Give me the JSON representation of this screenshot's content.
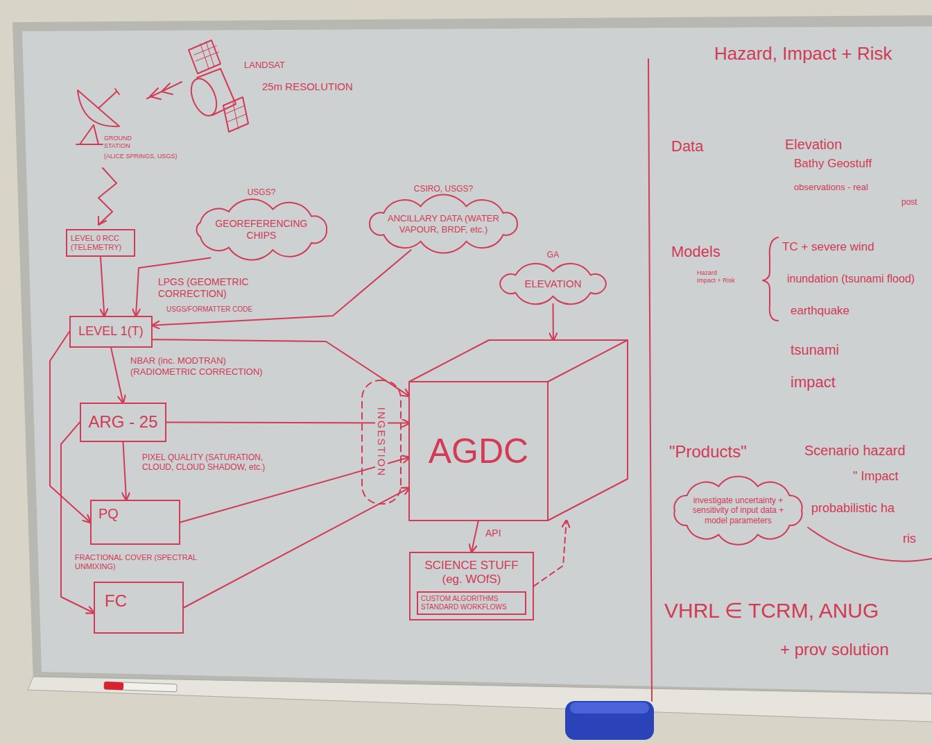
{
  "diagram": {
    "nodes": [
      {
        "text": [
          "LEVEL 0 RCC (TELEMETRY)"
        ]
      },
      {
        "text": [
          "USGS?",
          "GEOREFERENCING CHIPS"
        ]
      },
      {
        "text": [
          "CSIRO, USGS?",
          "ANCILLARY DATA (WATER VAPOUR, BRDF, etc.)"
        ]
      },
      {
        "text": [
          "GA",
          "ELEVATION"
        ]
      },
      {
        "text": [
          "LEVEL 1(T)"
        ]
      },
      {
        "text": [
          "AGDC"
        ]
      },
      {
        "text": [
          "ARG - 25"
        ]
      },
      {
        "text": [
          "PQ"
        ]
      },
      {
        "text": [
          "FC"
        ]
      },
      {
        "text": [
          "SCIENCE STUFF (eg. WOfS)"
        ]
      },
      {
        "text": [
          "CUSTOM ALGORITHMS STANDARD WORKFLOWS"
        ],
        "in": 9
      },
      {
        "text": [
          "investigate uncertainty + sensitivity of input data + model parameters"
        ]
      }
    ],
    "edges": [
      {
        "from": 0,
        "to": 4,
        "arrow": "to"
      },
      {
        "from": 1,
        "to": 4,
        "arrow": "to"
      },
      {
        "from": 2,
        "to": 4,
        "arrow": "to"
      },
      {
        "from": 3,
        "to": 5,
        "arrow": "to"
      },
      {
        "from": 4,
        "to": 6,
        "label": "NBAR (inc. MODTRAN) (RADIOMETRIC CORRECTION)",
        "arrow": "to"
      },
      {
        "from": 4,
        "to": 5,
        "arrow": "to"
      },
      {
        "from": 4,
        "to": 7,
        "arrow": "to"
      },
      {
        "from": 6,
        "to": 5,
        "arrow": "to"
      },
      {
        "from": 6,
        "to": 7,
        "label": "PIXEL QUALITY (SATURATION, CLOUD, CLOUD SHADOW, etc.)",
        "arrow": "to"
      },
      {
        "from": 6,
        "to": 8,
        "arrow": "to"
      },
      {
        "from": 7,
        "to": 5,
        "arrow": "to"
      },
      {
        "from": 8,
        "to": 5,
        "arrow": "to"
      },
      {
        "from": 5,
        "to": 9,
        "label": "API",
        "arrow": "to"
      },
      {
        "from": 9,
        "to": 5,
        "arrow": "to"
      }
    ],
    "labels": [
      "LANDSAT",
      "25m RESOLUTION",
      "GROUND STATION",
      "(ALICE SPRINGS, USGS)",
      "LPGS (GEOMETRIC CORRECTION)",
      "USGS/FORMATTER CODE",
      "INGESTION",
      "FRACTIONAL COVER (SPECTRAL UNMIXING)",
      "Hazard, Impact + Risk",
      "Data",
      "Elevation",
      "Bathy Geostuff",
      "observations - real",
      "post",
      "Models",
      "Hazard Impact + Risk",
      "TC + severe wind",
      "inundation (tsunami flood)",
      "earthquake",
      "tsunami",
      "impact",
      "\"Products\"",
      "Scenario hazard",
      "\" Impact",
      "probabilistic ha",
      "ris",
      "VHRL ∈ TCRM, ANUG",
      "+ prov solution"
    ]
  }
}
